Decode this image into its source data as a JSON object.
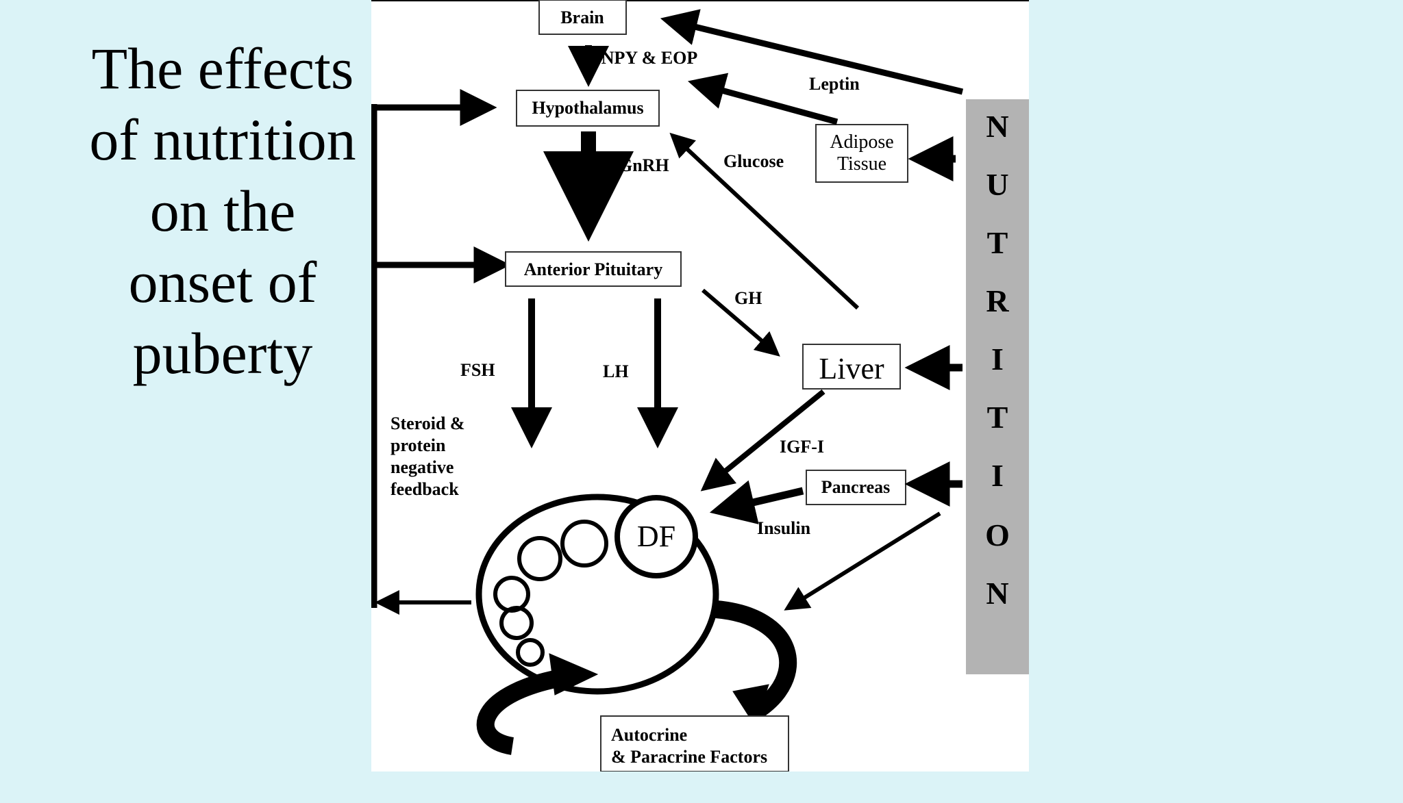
{
  "title_lines": [
    "The effects",
    "of nutrition",
    "on the",
    "onset of",
    "puberty"
  ],
  "colors": {
    "background": "#dbf3f7",
    "panel": "#ffffff",
    "nutrition_bar": "#b3b3b3",
    "ink": "#000000"
  },
  "diagram": {
    "nodes": {
      "brain": "Brain",
      "hypothalamus": "Hypothalamus",
      "anterior_pituitary": "Anterior Pituitary",
      "adipose_line1": "Adipose",
      "adipose_line2": "Tissue",
      "liver": "Liver",
      "pancreas": "Pancreas",
      "df": "DF",
      "autocrine_line1": "Autocrine",
      "autocrine_line2": "& Paracrine Factors"
    },
    "labels": {
      "npy_eop": "NPY & EOP",
      "leptin": "Leptin",
      "gnrh": "GnRH",
      "glucose": "Glucose",
      "gh": "GH",
      "fsh": "FSH",
      "lh": "LH",
      "igf": "IGF-I",
      "insulin": "Insulin",
      "feedback_lines": [
        "Steroid &",
        "protein",
        "negative",
        "feedback"
      ]
    },
    "nutrition_letters": [
      "N",
      "U",
      "T",
      "R",
      "I",
      "T",
      "I",
      "O",
      "N"
    ]
  }
}
